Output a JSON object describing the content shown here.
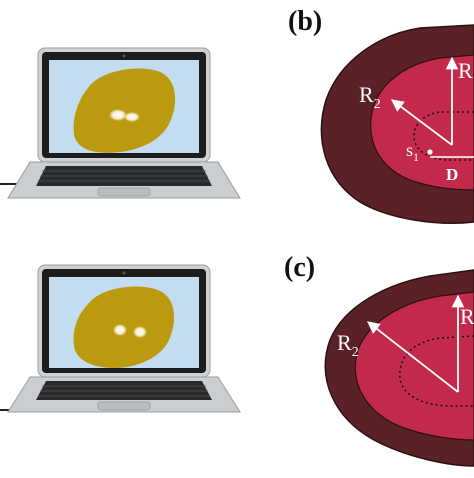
{
  "panels": [
    {
      "id": "b",
      "label": "(b)",
      "labels": {
        "r2": "R",
        "r2_sub": "2",
        "r1": "R",
        "s": "s",
        "s_sub": "1",
        "d": "D"
      }
    },
    {
      "id": "c",
      "label": "(c)",
      "labels": {
        "r2": "R",
        "r2_sub": "2",
        "r1": "R"
      }
    }
  ],
  "colors": {
    "outer_shell": "#5a2226",
    "inner_body": "#c3294a",
    "laptop_body": "#c9cbcd",
    "laptop_bezel": "#1c1c1c",
    "screen_bg": "#bcd8ee",
    "blob": "#bb9a10"
  }
}
